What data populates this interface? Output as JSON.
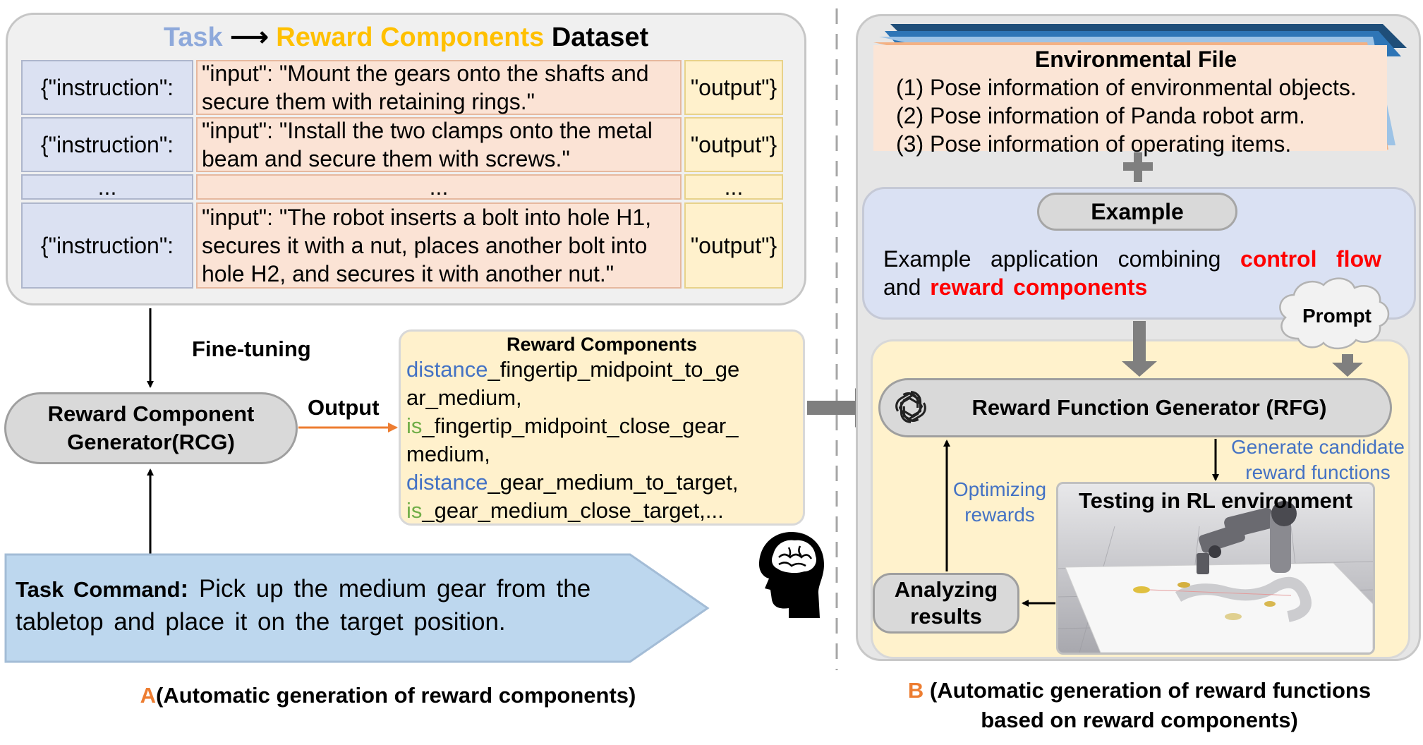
{
  "dataset": {
    "title_task": "Task",
    "title_arrow": "⟶",
    "title_components": "Reward Components",
    "title_dataset": "Dataset",
    "rows": [
      {
        "instruction": "{\"instruction\":",
        "input": "\"input\": \"Mount the  gears onto the shafts and secure them with retaining rings.\"",
        "output": "\"output\"}"
      },
      {
        "instruction": "{\"instruction\":",
        "input": "\"input\": \"Install the two clamps onto the metal beam and secure them with screws.\"",
        "output": "\"output\"}"
      },
      {
        "instruction": "...",
        "input": "...",
        "output": "..."
      },
      {
        "instruction": "{\"instruction\":",
        "input": "\"input\": \"The robot inserts a bolt into hole H1, secures it with a nut, places another bolt into hole H2, and secures it with another nut.\"",
        "output": "\"output\"}"
      }
    ]
  },
  "panel_a": {
    "fine_tuning": "Fine-tuning",
    "rcg_line1": "Reward Component",
    "rcg_line2": "Generator(RCG)",
    "output_label": "Output",
    "reward_components": {
      "title": "Reward Components",
      "items": [
        {
          "prefix": "distance",
          "rest": "_fingertip_midpoint_to_ge"
        },
        {
          "prefix": "",
          "rest": "ar_medium,"
        },
        {
          "prefix": "is",
          "rest": "_fingertip_midpoint_close_gear_"
        },
        {
          "prefix": "",
          "rest": "medium,"
        },
        {
          "prefix": "distance",
          "rest": "_gear_medium_to_target,"
        },
        {
          "prefix": "is",
          "rest": "_gear_medium_close_target,..."
        }
      ]
    },
    "task_command_label": "Task Command",
    "task_command_colon": ":",
    "task_command_text": "Pick up the medium gear from the tabletop and place it on the target position.",
    "caption_letter": "A",
    "caption_text": "(Automatic generation of reward components)"
  },
  "panel_b": {
    "env_title": "Environmental File",
    "env_items": [
      "(1) Pose information of environmental objects.",
      "(2) Pose information of  Panda robot arm.",
      "(3) Pose information of  operating items."
    ],
    "example_label": "Example",
    "example_text_1": "Example application combining",
    "example_red_1": "control flow",
    "example_text_2": "and",
    "example_red_2": "reward components",
    "prompt_label": "Prompt",
    "rfg_label": "Reward Function Generator (RFG)",
    "generate_note_1": "Generate candidate",
    "generate_note_2": "reward functions",
    "optimizing_note_1": "Optimizing",
    "optimizing_note_2": "rewards",
    "testing_label": "Testing in RL environment",
    "analyzing_line1": "Analyzing",
    "analyzing_line2": "results",
    "caption_letter": "B",
    "caption_line1": "(Automatic generation of reward functions",
    "caption_line2": "based on reward components)"
  },
  "colors": {
    "task_blue": "#8ea9db",
    "component_orange": "#ffc000",
    "accent_orange": "#ed7d31",
    "code_blue": "#4472c4",
    "code_green": "#70ad47",
    "highlight_red": "#ff0000",
    "dataset_blue_cell": "#dbe1f2",
    "dataset_peach_cell": "#fbe3d5",
    "dataset_yellow_cell": "#fff1cc",
    "task_arrow_fill": "#bdd7ee"
  }
}
